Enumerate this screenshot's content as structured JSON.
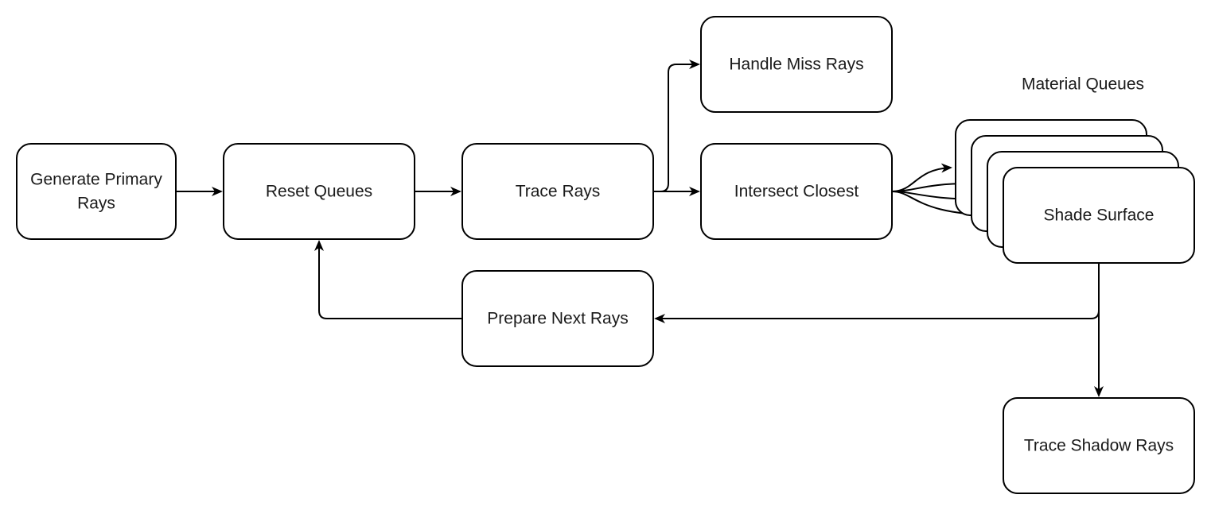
{
  "nodes": {
    "generate_primary_rays": {
      "line1": "Generate Primary",
      "line2": "Rays"
    },
    "reset_queues": {
      "label": "Reset Queues"
    },
    "trace_rays": {
      "label": "Trace Rays"
    },
    "handle_miss_rays": {
      "label": "Handle Miss Rays"
    },
    "intersect_closest": {
      "label": "Intersect Closest"
    },
    "shade_surface": {
      "label": "Shade Surface"
    },
    "prepare_next_rays": {
      "label": "Prepare Next Rays"
    },
    "trace_shadow_rays": {
      "label": "Trace Shadow Rays"
    }
  },
  "group_label": "Material Queues",
  "edges": [
    {
      "from": "Generate Primary Rays",
      "to": "Reset Queues"
    },
    {
      "from": "Reset Queues",
      "to": "Trace Rays"
    },
    {
      "from": "Trace Rays",
      "to": "Handle Miss Rays"
    },
    {
      "from": "Trace Rays",
      "to": "Intersect Closest"
    },
    {
      "from": "Intersect Closest",
      "to": "Material Queues"
    },
    {
      "from": "Shade Surface",
      "to": "Prepare Next Rays"
    },
    {
      "from": "Shade Surface",
      "to": "Trace Shadow Rays"
    },
    {
      "from": "Prepare Next Rays",
      "to": "Reset Queues"
    }
  ],
  "colors": {
    "stroke": "#000000",
    "fill": "#ffffff",
    "text": "#1a1a1a"
  }
}
